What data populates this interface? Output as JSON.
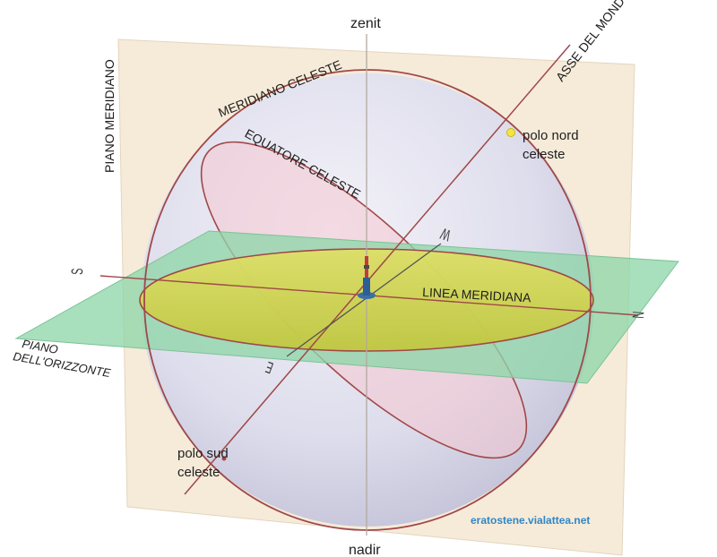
{
  "labels": {
    "zenith": "zenit",
    "nadir": "nadir",
    "celestial_meridian": "MERIDIANO CELESTE",
    "celestial_equator": "EQUATORE CELESTE",
    "world_axis": "ASSE DEL MONDO",
    "meridian_plane": "PIANO MERIDIANO",
    "north_pole_line1": "polo nord",
    "north_pole_line2": "celeste",
    "south_pole_line1": "polo sud",
    "south_pole_line2": "celeste",
    "meridian_line": "LINEA MERIDIANA",
    "horizon_plane_line1": "PIANO",
    "horizon_plane_line2": "DELL'ORIZZONTE"
  },
  "directions": {
    "south": "S",
    "north": "N",
    "west": "W",
    "east": "E"
  },
  "credit": "eratostene.vialattea.net",
  "colors": {
    "meridian_plane": "#f6ebd9",
    "horizon_plane": "#8fd6a9",
    "horizon_disc": "#d2d24a",
    "equator_fill": "#f4c6cf",
    "sphere": "#dcdcf0",
    "lines": "#a04848",
    "pole_marker": "#f3e642",
    "credit": "#2f86c9"
  }
}
